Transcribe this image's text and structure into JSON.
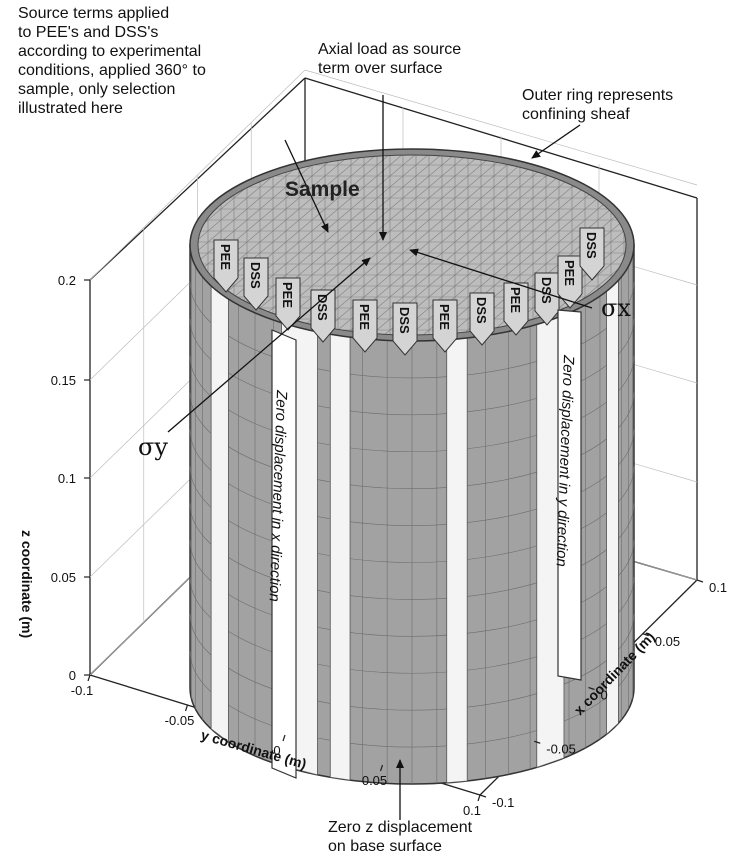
{
  "annotations": {
    "source_terms": [
      "Source terms applied",
      "to PEE's and DSS's",
      "according to experimental",
      "conditions, applied 360° to",
      "sample, only selection",
      "illustrated here"
    ],
    "axial_load": [
      "Axial load as source",
      "term over surface"
    ],
    "outer_ring": [
      "Outer ring represents",
      "confining sheaf"
    ],
    "zero_z": [
      "Zero z displacement",
      "on base surface"
    ]
  },
  "labels": {
    "sample": "Sample",
    "sigma_x": "σx",
    "sigma_y": "σy",
    "zero_x": "Zero displacement in x direction",
    "zero_y": "Zero displacement in y direction"
  },
  "markers": [
    "PEE",
    "DSS",
    "PEE",
    "DSS",
    "PEE",
    "DSS",
    "PEE",
    "DSS",
    "PEE",
    "DSS",
    "PEE",
    "DSS"
  ],
  "axes": {
    "z": {
      "title": "z coordinate (m)",
      "ticks": [
        "0",
        "0.05",
        "0.1",
        "0.15",
        "0.2"
      ]
    },
    "y": {
      "title": "y coordinate (m)",
      "ticks": [
        "-0.1",
        "-0.05",
        "0",
        "0.05",
        "0.1"
      ]
    },
    "x": {
      "title": "x coordinate (m)",
      "ticks": [
        "-0.1",
        "-0.05",
        "0",
        "0.05",
        "0.1"
      ]
    }
  },
  "colors": {
    "surface": "#a2a2a2",
    "edge": "#555555",
    "white_strip": "#f4f4f4",
    "background": "#ffffff"
  }
}
